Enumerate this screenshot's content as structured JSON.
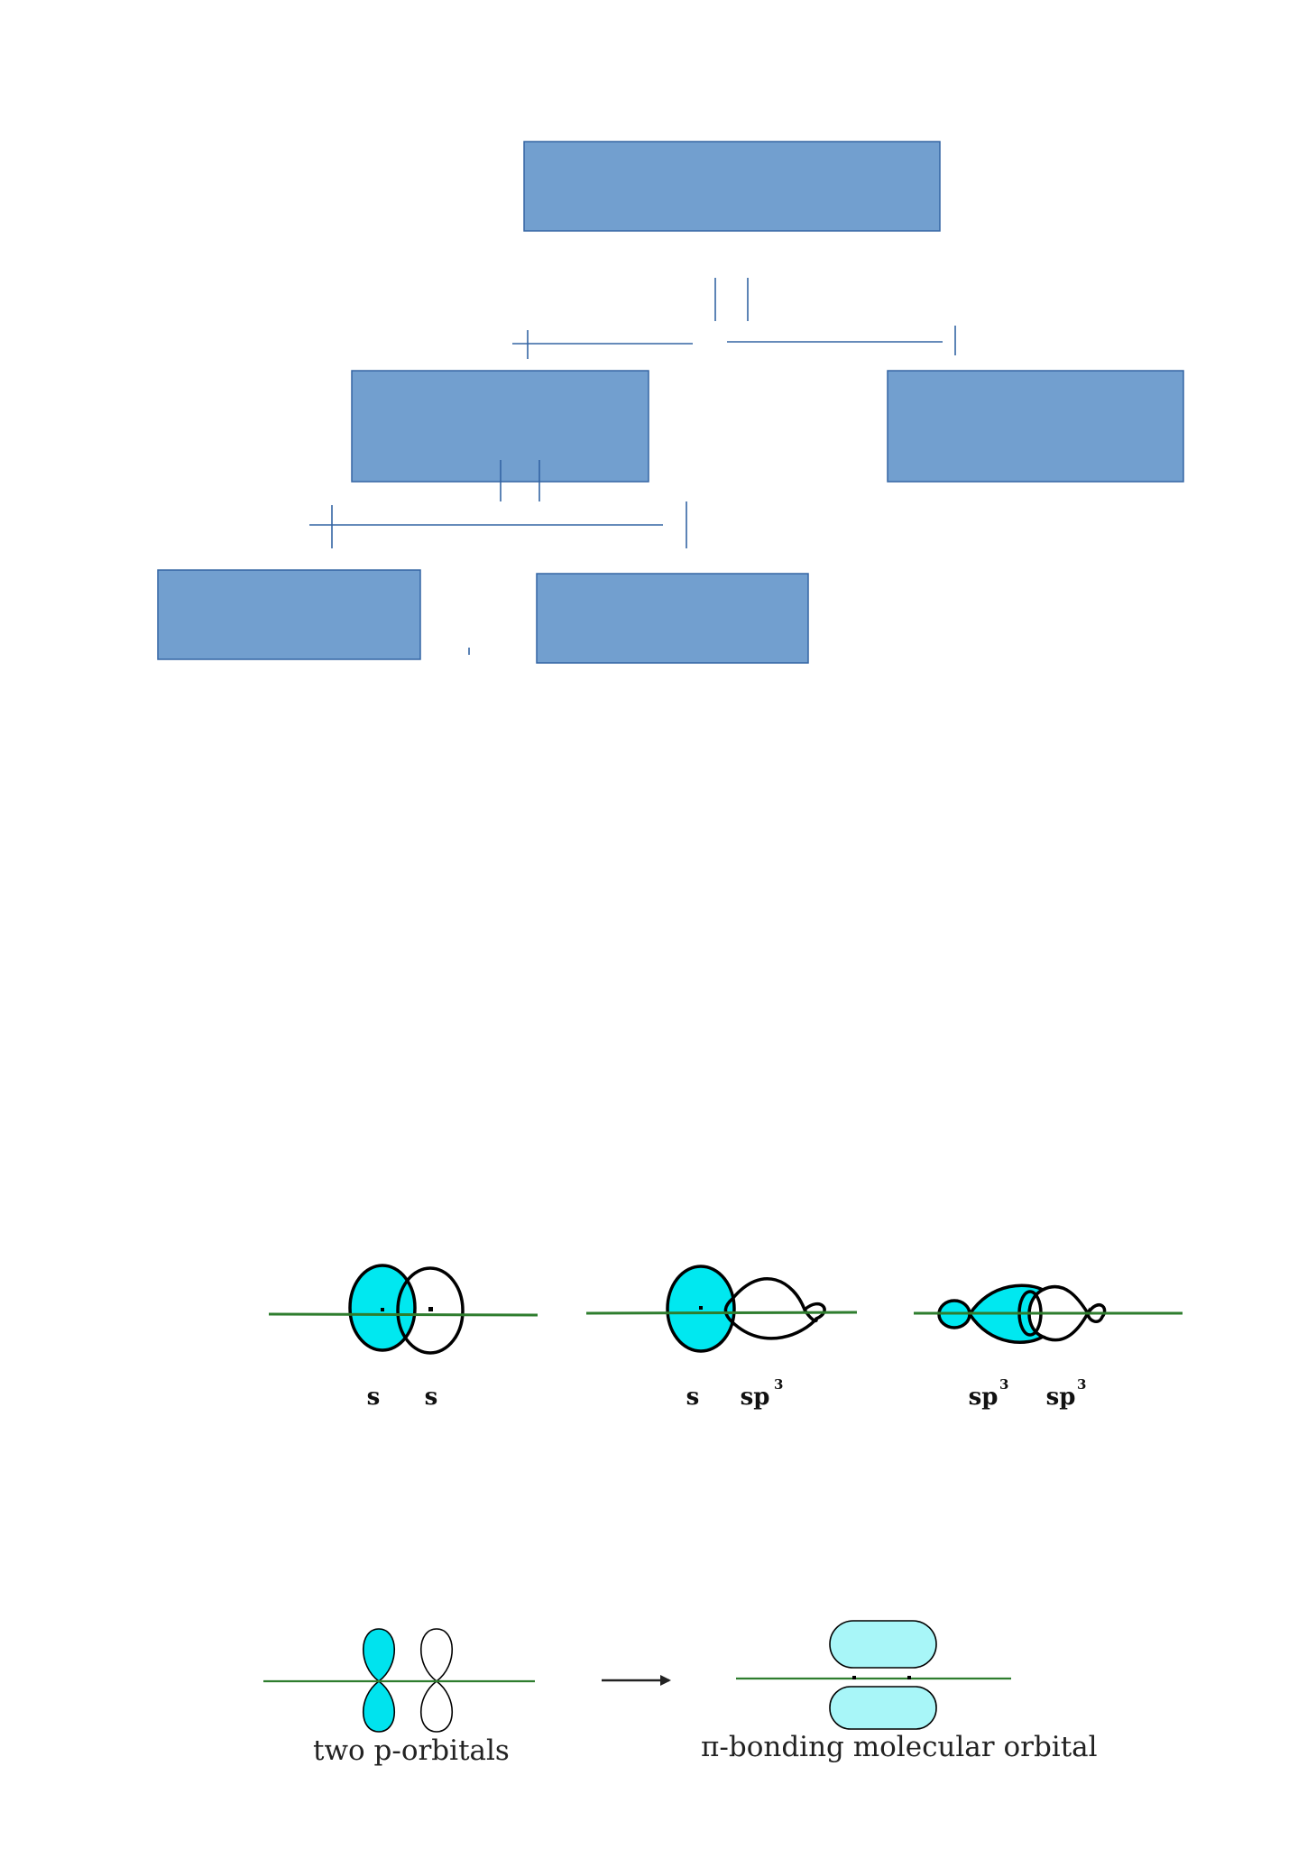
{
  "overlap_labels": [
    {
      "left": "s",
      "right": "s"
    },
    {
      "left": "s",
      "right": "sp",
      "right_sup": "3"
    },
    {
      "left": "sp",
      "left_sup": "3",
      "right": "sp",
      "right_sup": "3"
    }
  ],
  "pi_bond": {
    "left_label": "two p-orbitals",
    "right_label": "π-bonding molecular orbital"
  },
  "colors": {
    "box_fill": "#729fcf",
    "box_stroke": "#3465a4",
    "orbital_fill": "#00e8f0",
    "pi_fill": "#a8f6f8",
    "axis": "#2e7d2e"
  }
}
